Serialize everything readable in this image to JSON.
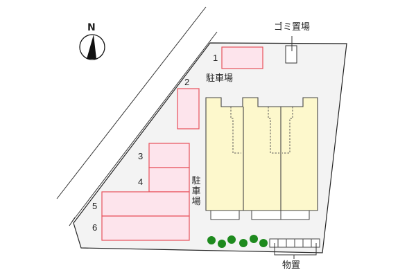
{
  "compass": {
    "label": "N"
  },
  "labels": {
    "garbage": "ゴミ置場",
    "parking_top": "駐車場",
    "parking_side": "駐車場",
    "storage": "物置"
  },
  "parking_spaces": [
    {
      "number": "1"
    },
    {
      "number": "2"
    },
    {
      "number": "3"
    },
    {
      "number": "4"
    },
    {
      "number": "5"
    },
    {
      "number": "6"
    }
  ],
  "colors": {
    "lot_fill": "#f3f3f3",
    "building_fill": "#fdf8cc",
    "parking_fill": "#fde4ec",
    "parking_stroke": "#e8505b",
    "tree_fill": "#1e8a1e",
    "outline": "#222222"
  }
}
